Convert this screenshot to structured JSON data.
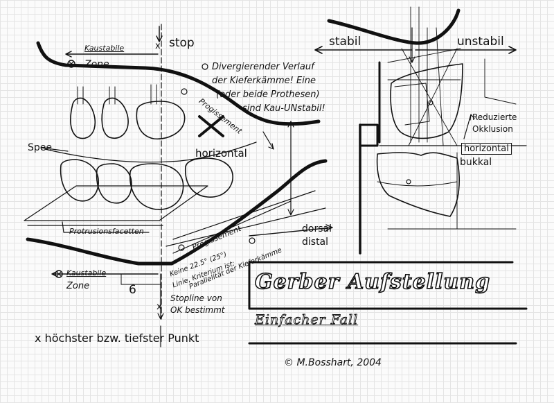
{
  "labels": {
    "stop": "stop",
    "stabil": "stabil",
    "unstabil": "unstabil",
    "kaustabile_top": "Kaustabile",
    "zone_top": "Zone",
    "divergierend": [
      "Divergierender Verlauf",
      "der Kieferkämme! Eine",
      "(oder beide Prothesen)",
      "sind Kau-UNstabil!"
    ],
    "progissement_upper": "Progissement",
    "spee": "Spee",
    "horizontal_mid": "horizontal",
    "reduzierte": [
      "Reduzierte",
      "Okklusion"
    ],
    "horizontal_right": "horizontal",
    "bukkal": "bukkal",
    "protrusionsfacetten": "Protrusionsfacetten",
    "progissement_lower": "Progissement",
    "dorsal": "dorsal",
    "distal": "distal",
    "keine_kriterium": [
      "Keine 22.5° (25°)",
      "Linie, Kriterium ist:",
      "Parallelität der Kieferkämme"
    ],
    "kaustabile_bottom": "Kaustabile",
    "zone_bottom": "Zone",
    "six": "6",
    "stopline": [
      "Stopline von",
      "OK bestimmt"
    ],
    "x_mark_top": "x",
    "x_mark_bottom": "x",
    "hoechster": "x höchster bzw. tiefster Punkt",
    "title": "Gerber Aufstellung",
    "subtitle": "Einfacher Fall",
    "signature": "© M.Bosshart, 2004"
  }
}
